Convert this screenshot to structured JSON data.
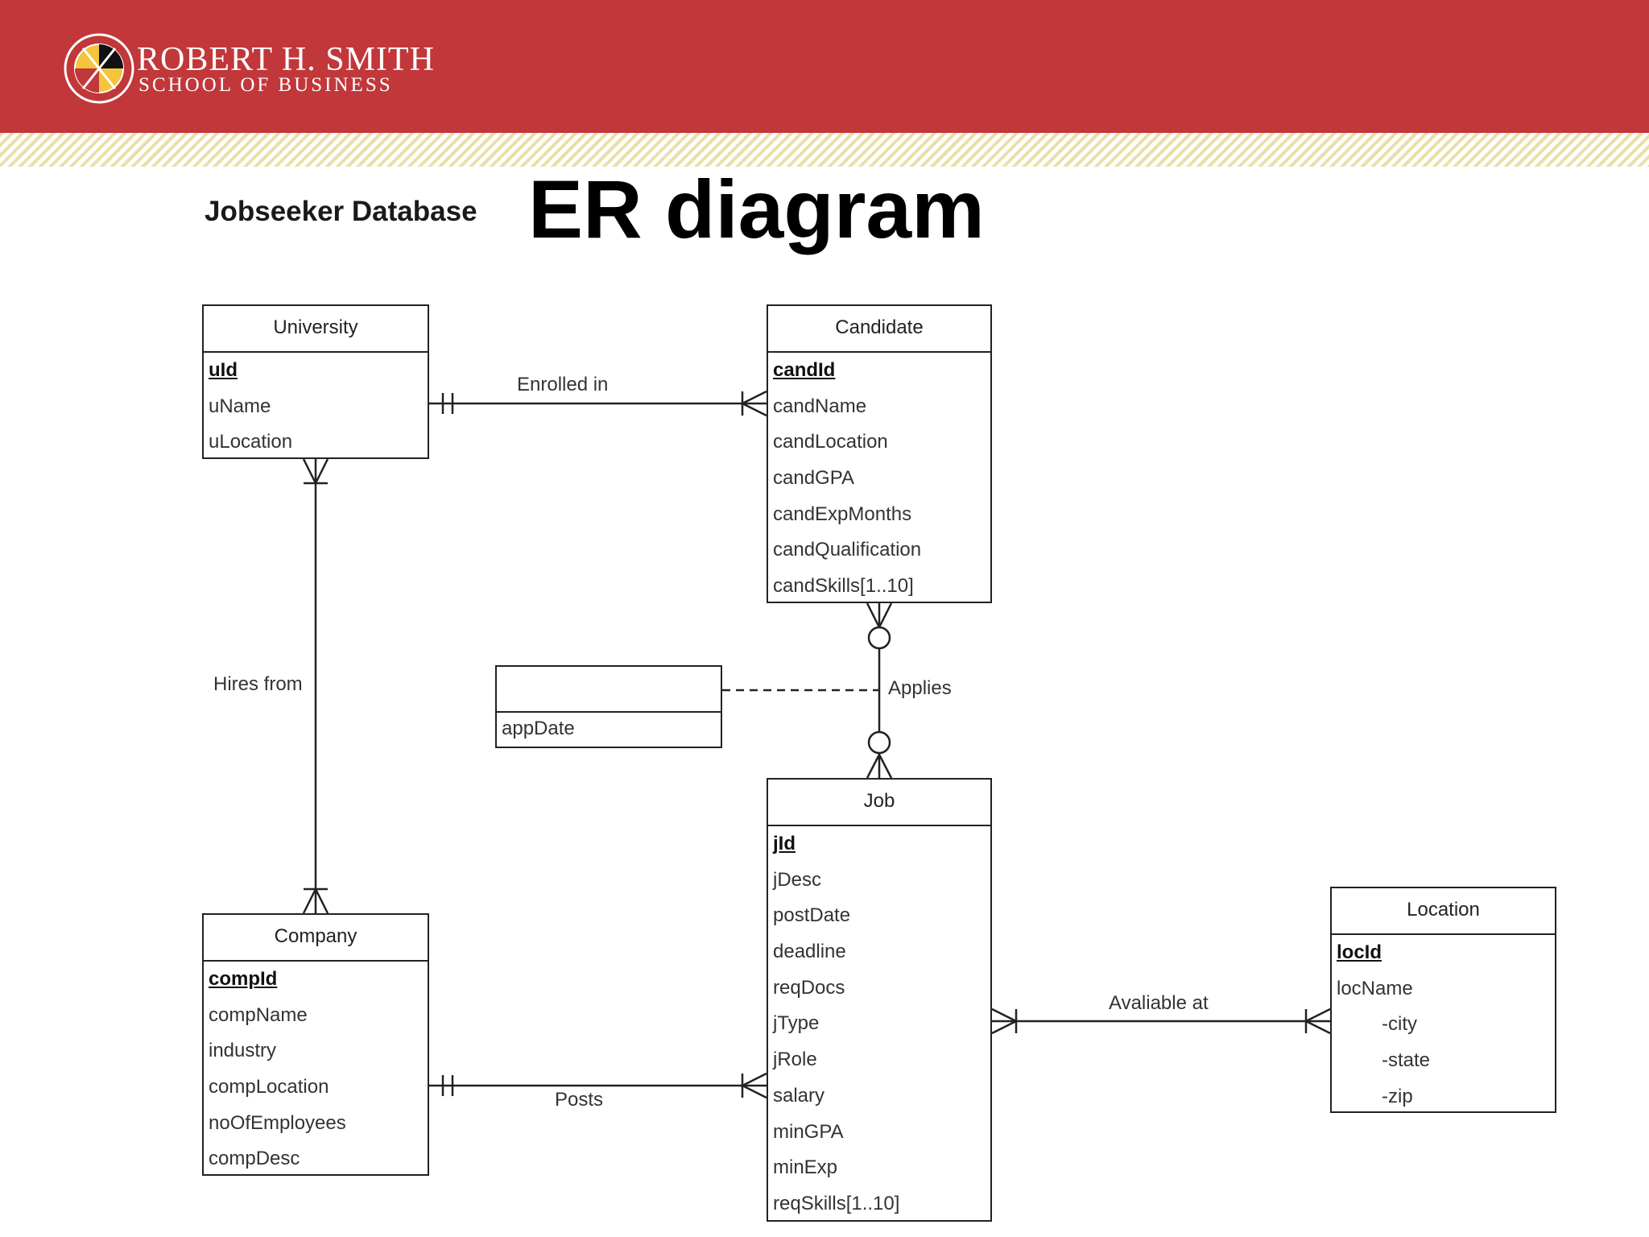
{
  "header": {
    "school_name": "ROBERT H. SMITH",
    "school_sub": "SCHOOL OF BUSINESS",
    "logo_icon": "university-seal-icon",
    "banner_color": "#c1373a"
  },
  "page": {
    "subtitle": "Jobseeker Database",
    "title": "ER diagram"
  },
  "entities": {
    "university": {
      "name": "University",
      "attrs": [
        "uId",
        "uName",
        "uLocation"
      ]
    },
    "candidate": {
      "name": "Candidate",
      "attrs": [
        "candId",
        "candName",
        "candLocation",
        "candGPA",
        "candExpMonths",
        "candQualification",
        "candSkills[1..10]"
      ]
    },
    "application": {
      "name": "",
      "attrs": [
        "appDate"
      ]
    },
    "company": {
      "name": "Company",
      "attrs": [
        "compId",
        "compName",
        "industry",
        "compLocation",
        "noOfEmployees",
        "compDesc"
      ]
    },
    "job": {
      "name": "Job",
      "attrs": [
        "jId",
        "jDesc",
        "postDate",
        "deadline",
        "reqDocs",
        "jType",
        "jRole",
        "salary",
        "minGPA",
        "minExp",
        "reqSkills[1..10]"
      ]
    },
    "location": {
      "name": "Location",
      "attrs": [
        "locId",
        "locName",
        "-city",
        "-state",
        "-zip"
      ]
    }
  },
  "relationships": {
    "enrolled": "Enrolled in",
    "hires": "Hires from",
    "applies": "Applies",
    "posts": "Posts",
    "available": "Avaliable at"
  }
}
